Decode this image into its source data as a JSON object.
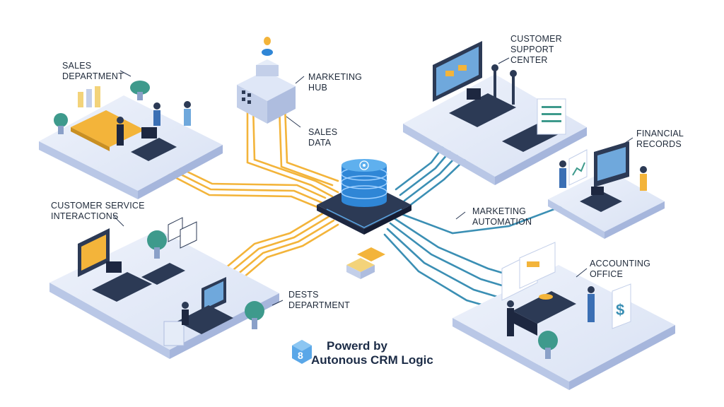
{
  "labels": {
    "sales_department": "SALES\nDEPARTMENT",
    "marketing_hub": "MARKETING\nHUB",
    "sales_data": "SALES\nDATA",
    "customer_support_center": "CUSTOMER\nSUPPORT\nCENTER",
    "financial_records": "FINANCIAL\nRECORDS",
    "customer_service_interactions": "CUSTOMER SERVICE\nINTERACTIONS",
    "marketing_automation": "MARKETING\nAUTOMATION",
    "accounting_office": "ACCOUNTING\nOFFICE",
    "dests_department": "DESTS\nDEPARTMENT"
  },
  "footer": {
    "line1": "Powerd by",
    "line2": "Autonous CRM Logic"
  },
  "icons": {
    "hub": "crm-database-icon",
    "currency": "dollar-sign-icon"
  },
  "colors": {
    "orange_line": "#f3b43a",
    "teal_line": "#3b8fb4",
    "platform": "#dfe7f7",
    "hub_blue": "#2f86d6"
  }
}
